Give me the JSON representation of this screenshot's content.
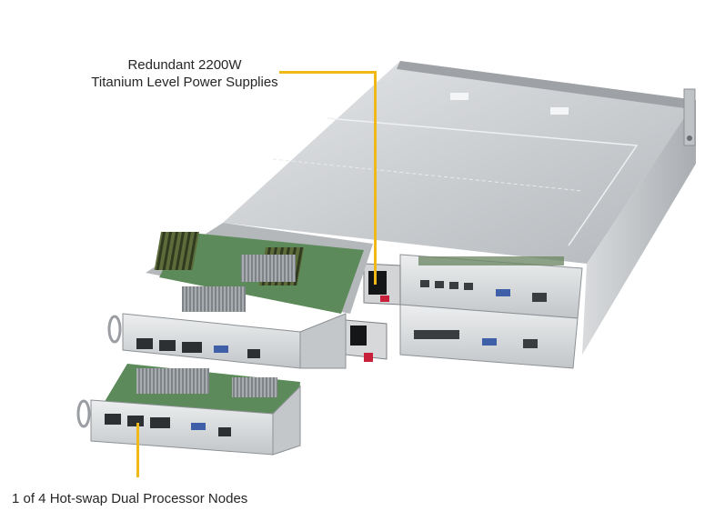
{
  "callouts": {
    "power_supplies": {
      "line1": "Redundant  2200W",
      "line2": "Titanium  Level  Power  Supplies"
    },
    "nodes": {
      "text": "1 of 4 Hot-swap  Dual Processor Nodes"
    }
  },
  "colors": {
    "leader_line": "#f0b918",
    "background": "#ffffff",
    "chassis": "#c9ccd0",
    "pcb_green": "#5c8a5a",
    "release_tab": "#c8203a"
  },
  "product": {
    "type": "2U 4-node server chassis",
    "node_count": "4",
    "psu_count": "2"
  }
}
